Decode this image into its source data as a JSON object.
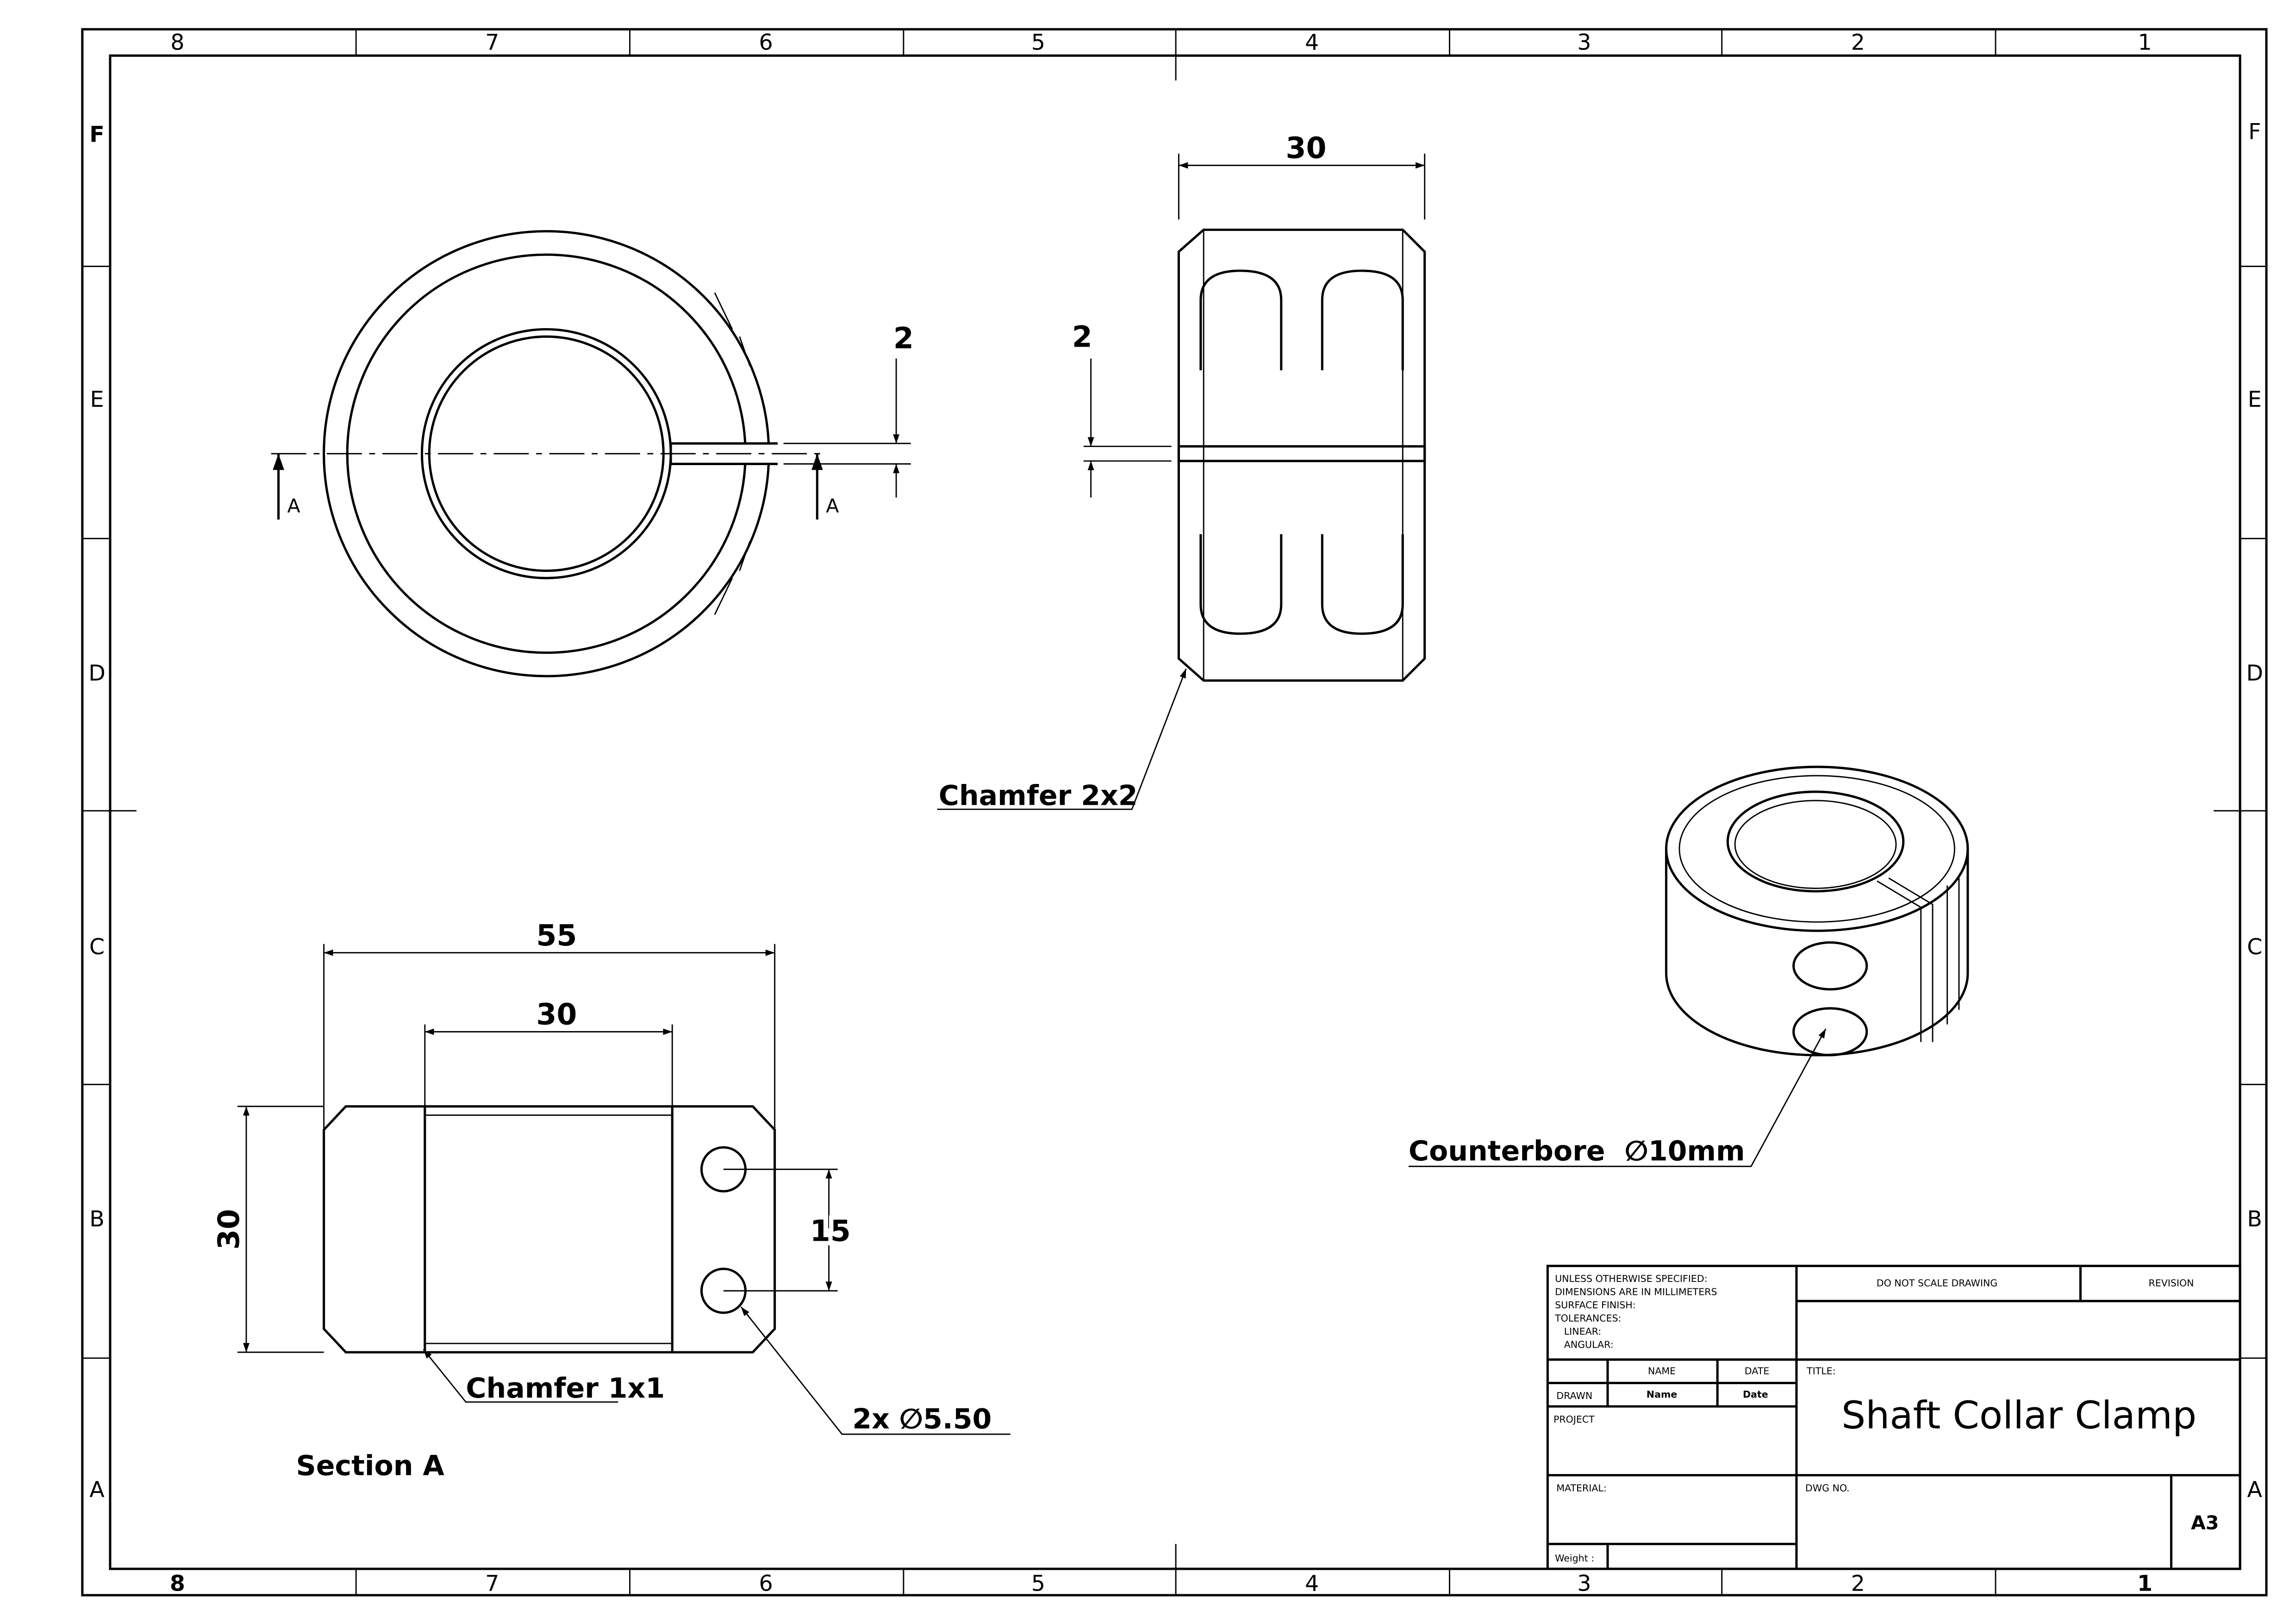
{
  "sheet": {
    "columns": [
      "8",
      "7",
      "6",
      "5",
      "4",
      "3",
      "2",
      "1"
    ],
    "rows": [
      "F",
      "E",
      "D",
      "C",
      "B",
      "A"
    ]
  },
  "top_view": {
    "slot_dim": "2",
    "section_marker_left": "A",
    "section_marker_right": "A"
  },
  "side_view": {
    "width_dim": "30",
    "slot_dim": "2",
    "chamfer_note": "Chamfer 2x2"
  },
  "section_view": {
    "overall_dim": "55",
    "bore_dim": "30",
    "height_dim": "30",
    "hole_spacing_dim": "15",
    "chamfer_note": "Chamfer 1x1",
    "hole_note": "2x ∅5.50",
    "label": "Section A"
  },
  "iso_view": {
    "counterbore_note": "Counterbore  ∅10mm"
  },
  "title_block": {
    "spec_lines": [
      "UNLESS OTHERWISE SPECIFIED:",
      "DIMENSIONS ARE IN MILLIMETERS",
      "SURFACE FINISH:",
      "TOLERANCES:",
      "   LINEAR:",
      "   ANGULAR:"
    ],
    "do_not_scale": "DO NOT SCALE DRAWING",
    "revision": "REVISION",
    "name_header": "NAME",
    "date_header": "DATE",
    "drawn": "DRAWN",
    "drawn_name": "Name",
    "drawn_date": "Date",
    "project": "PROJECT",
    "title_label": "TITLE:",
    "title": "Shaft Collar Clamp",
    "material": "MATERIAL:",
    "dwg_no": "DWG NO.",
    "weight": "Weight :",
    "size": "A3"
  }
}
